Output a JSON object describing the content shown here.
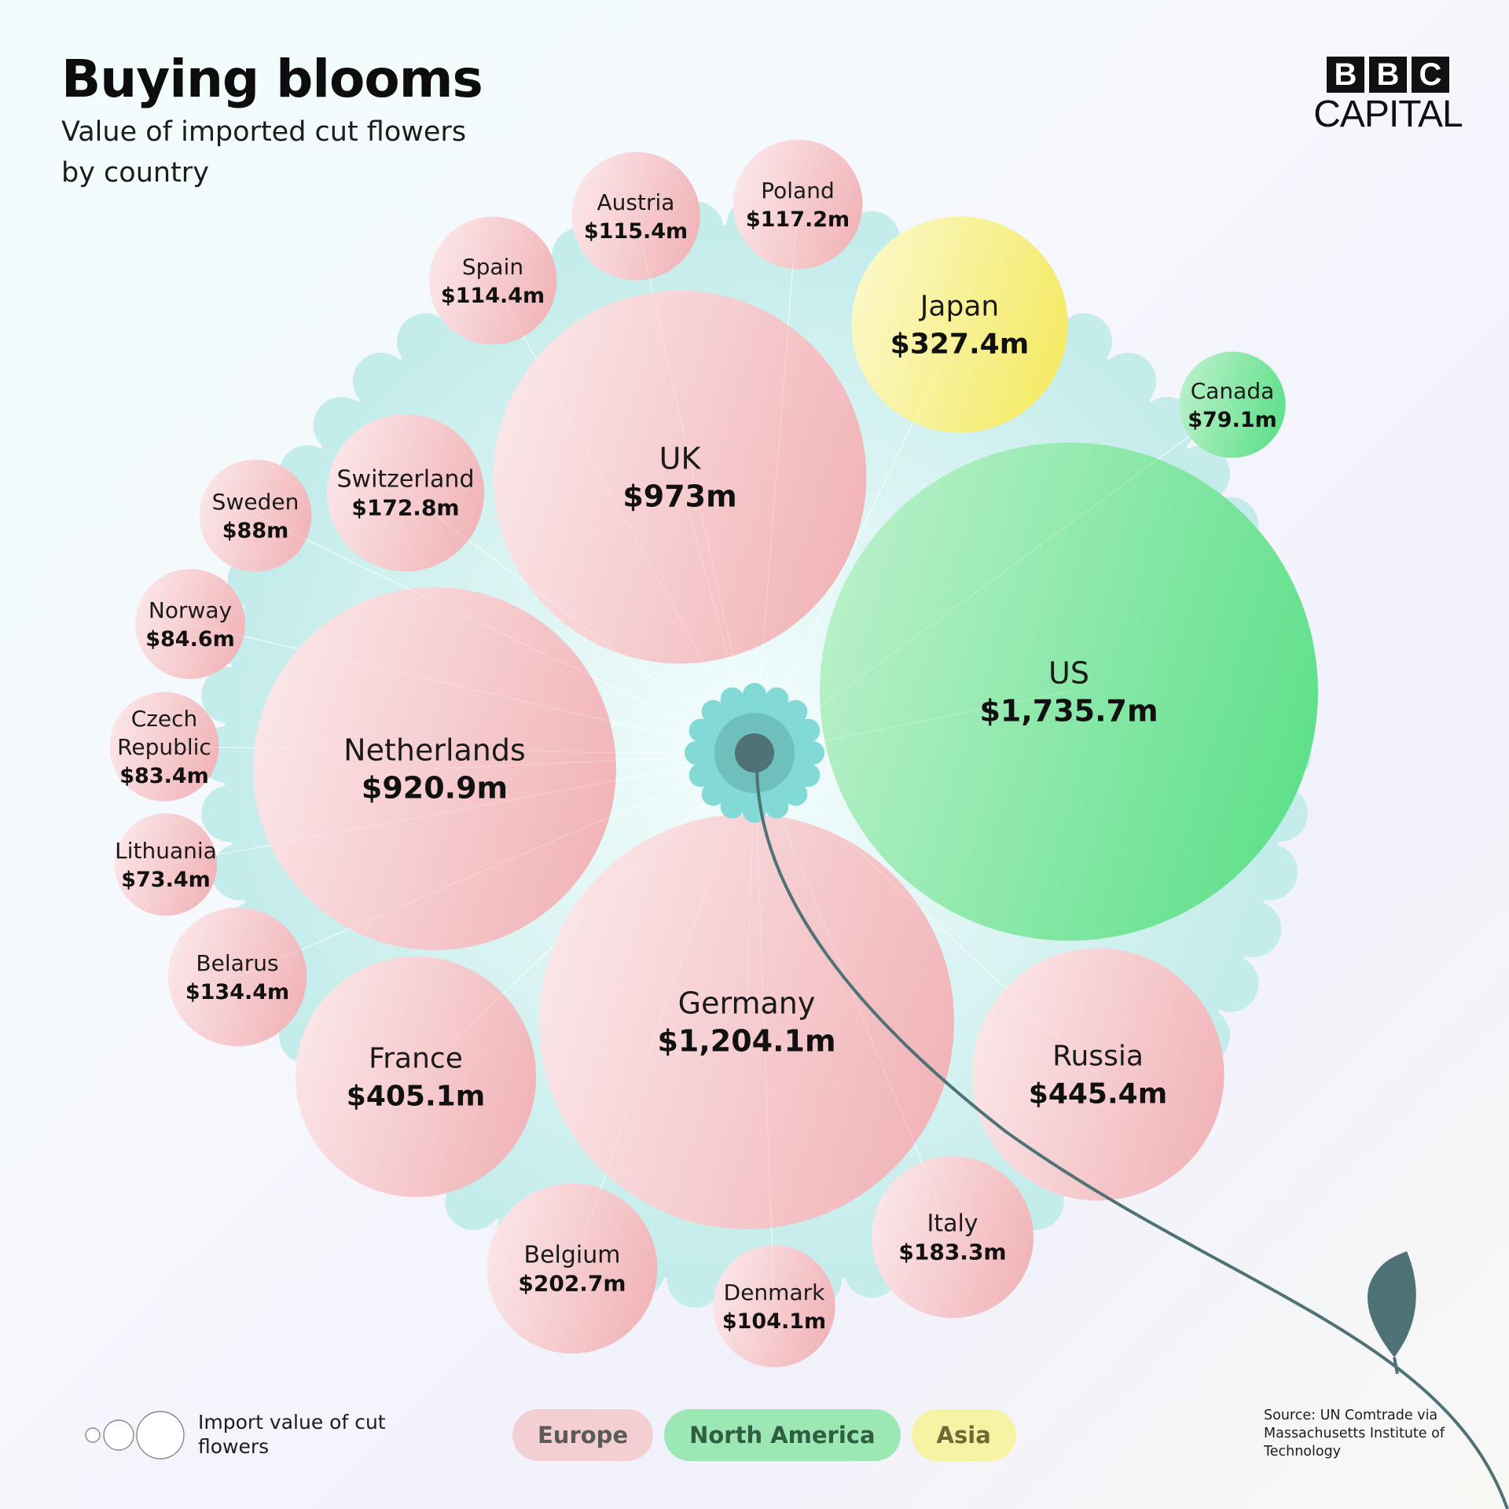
{
  "header": {
    "title": "Buying blooms",
    "subtitle": "Value of imported cut flowers by country"
  },
  "logo": {
    "blocks": [
      "B",
      "B",
      "C"
    ],
    "sub": "CAPITAL"
  },
  "size_legend": {
    "label": "Import value of cut flowers"
  },
  "region_legend": [
    {
      "label": "Europe",
      "bg": "#f4cfd1",
      "fg": "#5a5a5a"
    },
    {
      "label": "North America",
      "bg": "#9be8b4",
      "fg": "#2f5e40"
    },
    {
      "label": "Asia",
      "bg": "#f6f3a4",
      "fg": "#6d6a35"
    }
  ],
  "source": "Source: UN Comtrade via Massachusetts Institute of Technology",
  "colors": {
    "Europe": [
      "#fbe6e8",
      "#f1b4b8"
    ],
    "North America": [
      "#b8f0c8",
      "#5ee08a"
    ],
    "Asia": [
      "#fbf8c6",
      "#f4ea64"
    ],
    "background_disc": "#c3ecea",
    "flower_center": "#82d9d5",
    "stem": "#4e7276"
  },
  "chart_data": {
    "type": "bubble",
    "title": "Buying blooms",
    "subtitle": "Value of imported cut flowers by country",
    "unit": "$m",
    "legend_placement": "bottom",
    "regions": [
      "Europe",
      "North America",
      "Asia"
    ],
    "items": [
      {
        "name": "US",
        "label": "$1,735.7m",
        "value": 1735.7,
        "region": "North America"
      },
      {
        "name": "Germany",
        "label": "$1,204.1m",
        "value": 1204.1,
        "region": "Europe"
      },
      {
        "name": "UK",
        "label": "$973m",
        "value": 973,
        "region": "Europe"
      },
      {
        "name": "Netherlands",
        "label": "$920.9m",
        "value": 920.9,
        "region": "Europe"
      },
      {
        "name": "Russia",
        "label": "$445.4m",
        "value": 445.4,
        "region": "Europe"
      },
      {
        "name": "France",
        "label": "$405.1m",
        "value": 405.1,
        "region": "Europe"
      },
      {
        "name": "Japan",
        "label": "$327.4m",
        "value": 327.4,
        "region": "Asia"
      },
      {
        "name": "Belgium",
        "label": "$202.7m",
        "value": 202.7,
        "region": "Europe"
      },
      {
        "name": "Italy",
        "label": "$183.3m",
        "value": 183.3,
        "region": "Europe"
      },
      {
        "name": "Switzerland",
        "label": "$172.8m",
        "value": 172.8,
        "region": "Europe"
      },
      {
        "name": "Belarus",
        "label": "$134.4m",
        "value": 134.4,
        "region": "Europe"
      },
      {
        "name": "Poland",
        "label": "$117.2m",
        "value": 117.2,
        "region": "Europe"
      },
      {
        "name": "Austria",
        "label": "$115.4m",
        "value": 115.4,
        "region": "Europe"
      },
      {
        "name": "Spain",
        "label": "$114.4m",
        "value": 114.4,
        "region": "Europe"
      },
      {
        "name": "Denmark",
        "label": "$104.1m",
        "value": 104.1,
        "region": "Europe"
      },
      {
        "name": "Sweden",
        "label": "$88m",
        "value": 88,
        "region": "Europe"
      },
      {
        "name": "Norway",
        "label": "$84.6m",
        "value": 84.6,
        "region": "Europe"
      },
      {
        "name": "Czech Republic",
        "label": "$83.4m",
        "value": 83.4,
        "region": "Europe"
      },
      {
        "name": "Canada",
        "label": "$79.1m",
        "value": 79.1,
        "region": "North America"
      },
      {
        "name": "Lithuania",
        "label": "$73.4m",
        "value": 73.4,
        "region": "Europe"
      }
    ]
  }
}
